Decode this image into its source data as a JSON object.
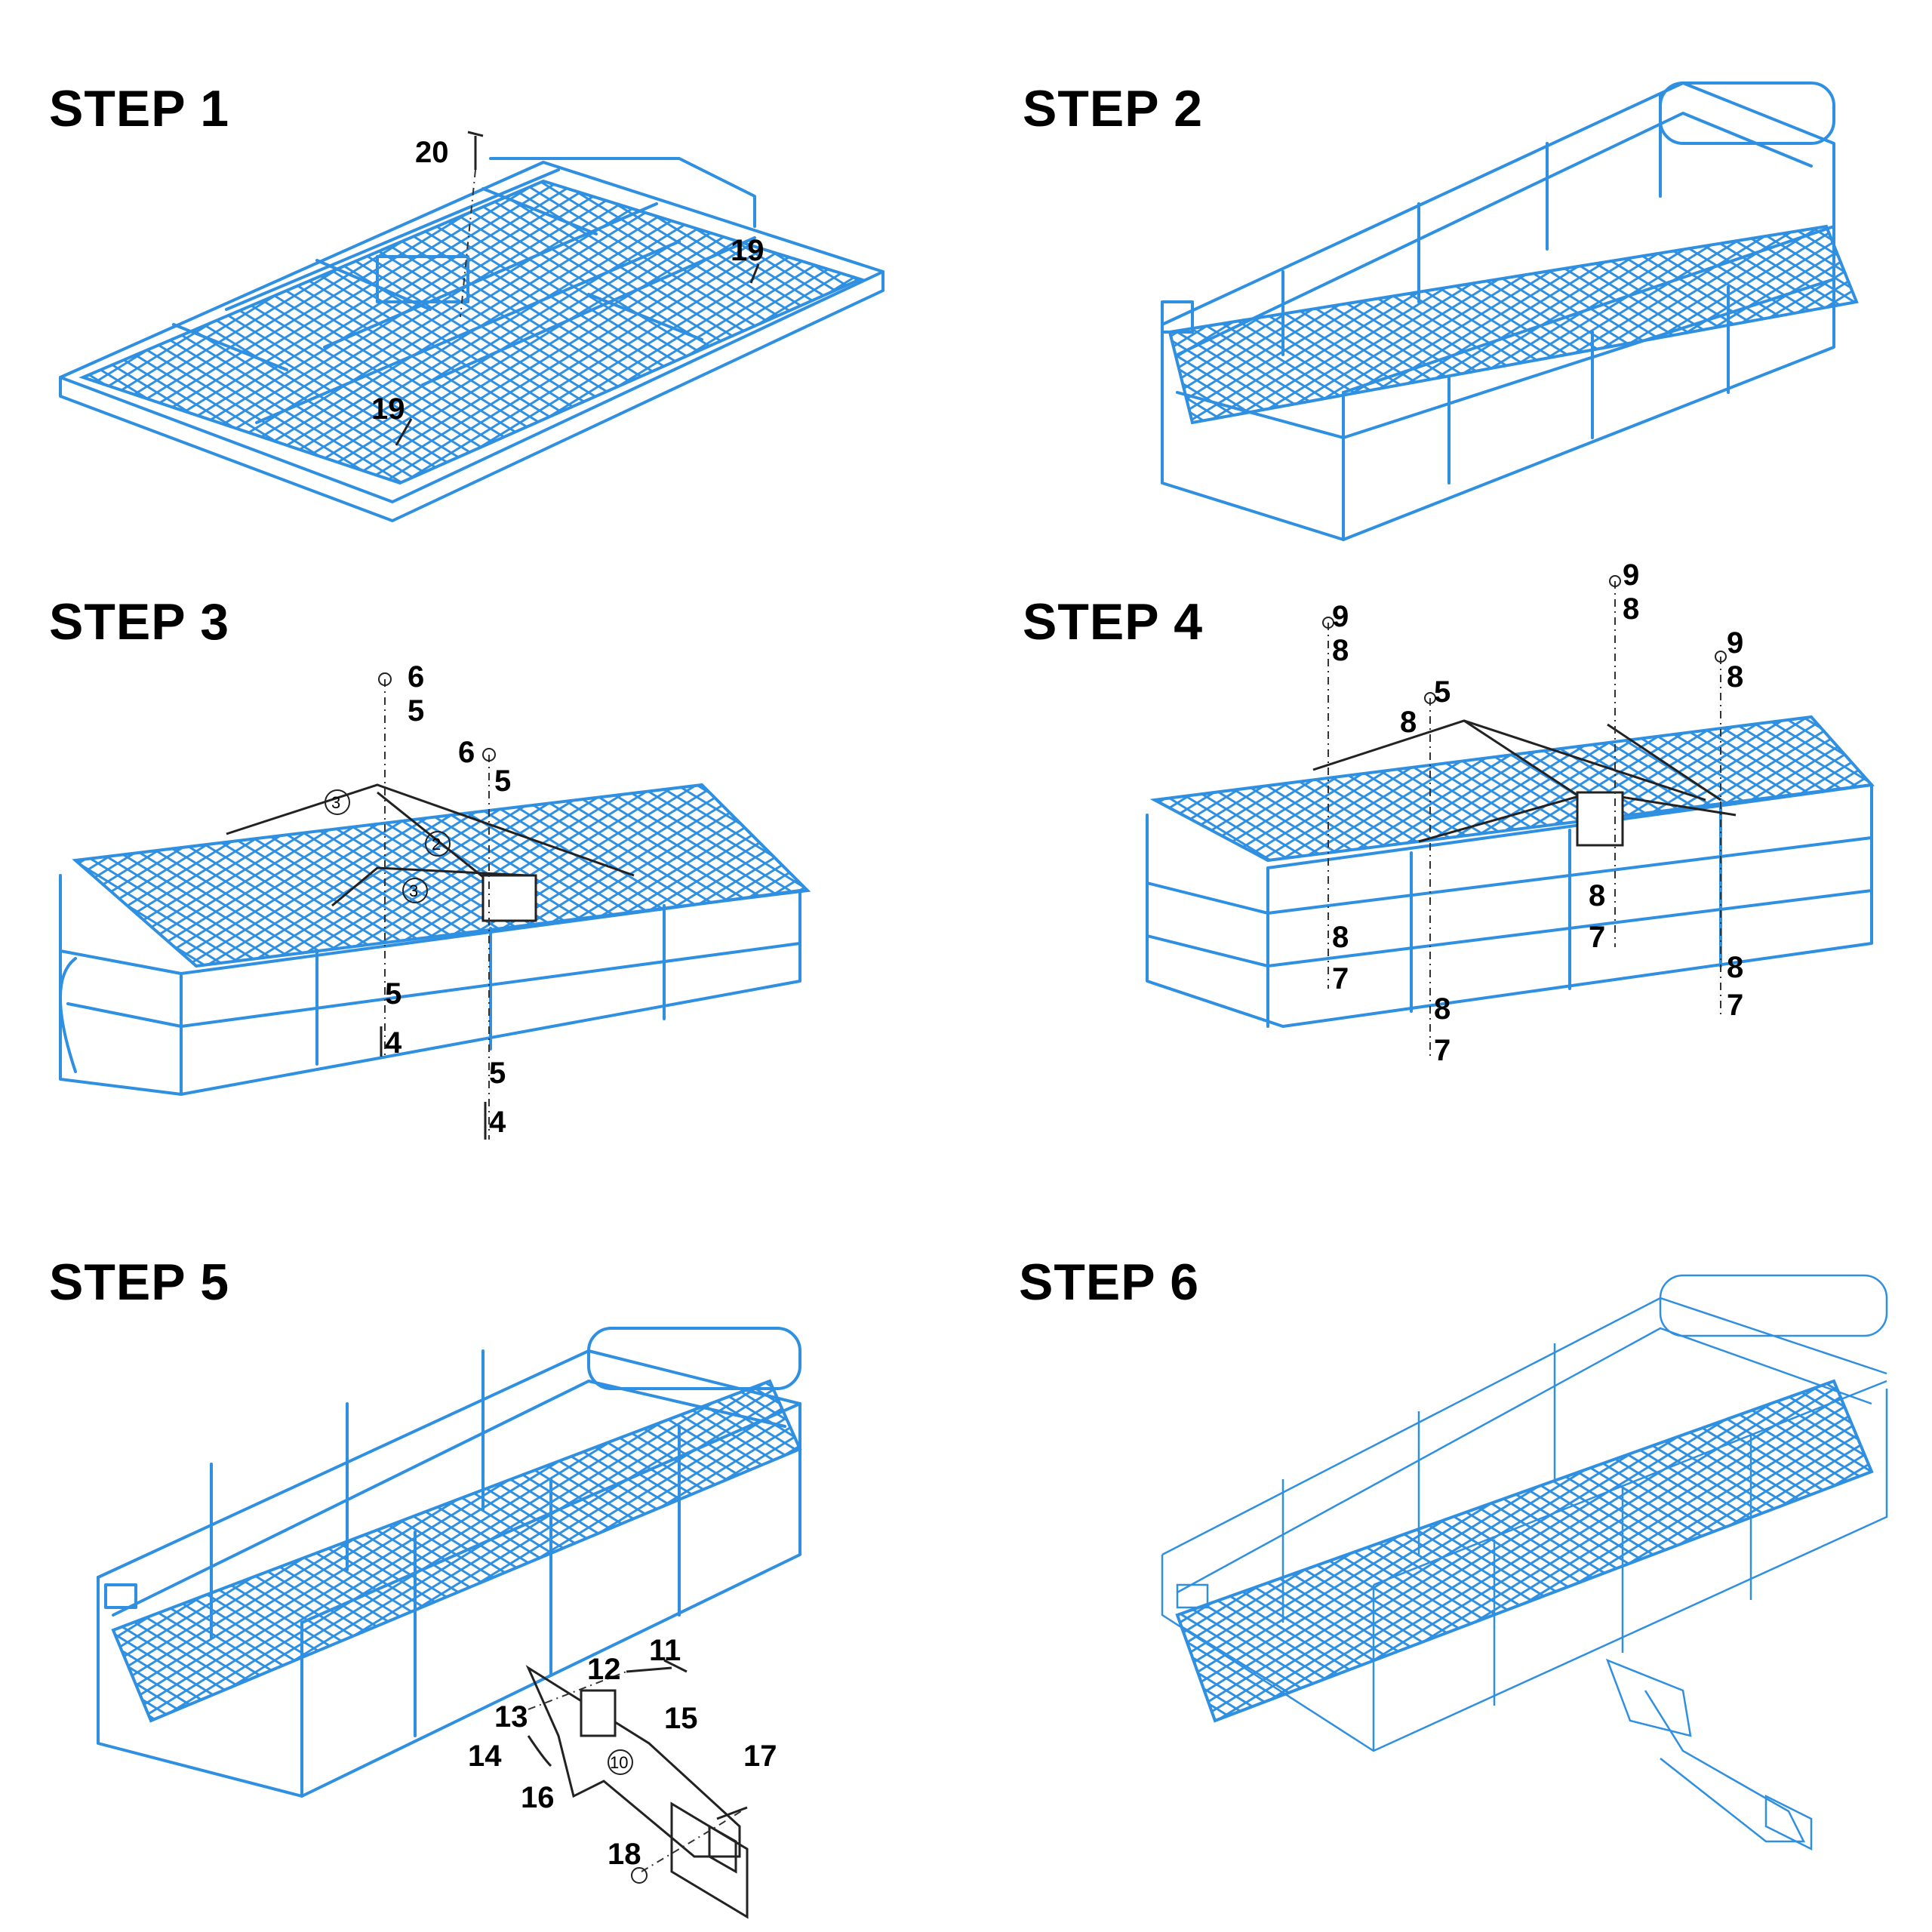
{
  "steps": [
    {
      "title": "STEP 1",
      "labels": [
        "20",
        "19",
        "19"
      ]
    },
    {
      "title": "STEP 2",
      "labels": []
    },
    {
      "title": "STEP 3",
      "labels": [
        "6",
        "5",
        "6",
        "5",
        "5",
        "4",
        "5",
        "4"
      ],
      "circled": [
        "3",
        "2",
        "3"
      ]
    },
    {
      "title": "STEP 4",
      "labels": [
        "9",
        "8",
        "5",
        "8",
        "9",
        "8",
        "9",
        "8",
        "8",
        "7",
        "8",
        "7",
        "8",
        "7",
        "8",
        "7"
      ]
    },
    {
      "title": "STEP 5",
      "labels": [
        "12",
        "11",
        "13",
        "15",
        "14",
        "16",
        "17",
        "18"
      ],
      "circled": [
        "10"
      ]
    },
    {
      "title": "STEP 6",
      "labels": []
    }
  ],
  "colors": {
    "part": "#2f8fe0",
    "hardware": "#222222"
  }
}
